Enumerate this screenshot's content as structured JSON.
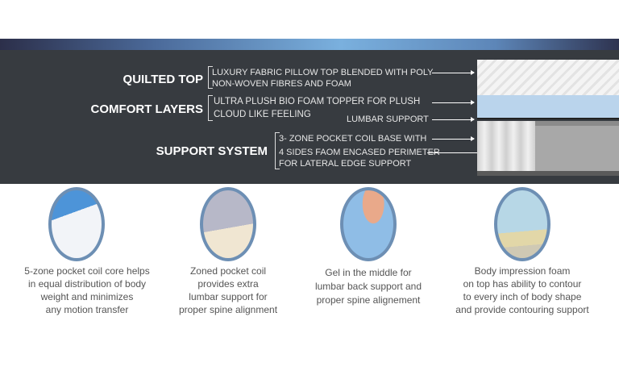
{
  "layers": {
    "quilted_top": {
      "title": "QUILTED TOP",
      "lines": [
        "LUXURY FABRIC PILLOW TOP BLENDED WITH POLY",
        "NON-WOVEN FIBRES AND FOAM"
      ]
    },
    "comfort_layers": {
      "title": "COMFORT LAYERS",
      "lines": [
        "ULTRA PLUSH BIO FOAM TOPPER FOR PLUSH",
        "CLOUD LIKE FEELING"
      ],
      "extra": "LUMBAR SUPPORT"
    },
    "support_system": {
      "title": "SUPPORT SYSTEM",
      "lines": [
        "3- ZONE POCKET COIL BASE WITH",
        "4 SIDES FAOM ENCASED PERIMETER",
        "FOR LATERAL EDGE SUPPORT"
      ]
    }
  },
  "features": [
    {
      "image": "pocket-coil-core",
      "lines": [
        "5-zone pocket coil core helps",
        "in equal distribution of body",
        "weight and minimizes",
        "any motion transfer"
      ]
    },
    {
      "image": "zoned-pocket-coil",
      "lines": [
        "Zoned pocket coil",
        "provides extra",
        "lumbar support for",
        "proper spine alignment"
      ]
    },
    {
      "image": "gel-foam-hand",
      "lines": [
        "Gel in the middle for",
        "lumbar back support and",
        "proper spine alignement"
      ]
    },
    {
      "image": "body-impression-foam",
      "lines": [
        "Body impression foam",
        "on top has ability to contour",
        "to every inch of body shape",
        "and provide contouring support"
      ]
    }
  ]
}
